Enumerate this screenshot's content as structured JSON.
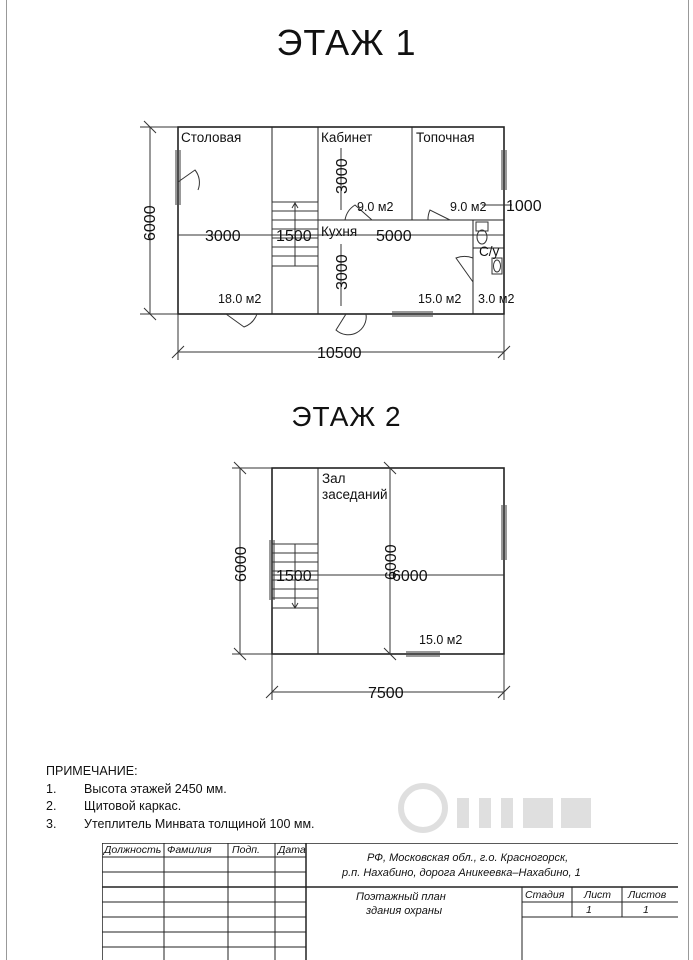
{
  "floor1": {
    "title": "ЭТАЖ 1",
    "rooms": {
      "dining": "Столовая",
      "study": "Кабинет",
      "furnace": "Топочная",
      "kitchen": "Кухня",
      "wc": "С/у"
    },
    "areas": {
      "dining": "18.0 м2",
      "study": "9.0 м2",
      "furnace": "9.0 м2",
      "kitchen": "15.0 м2",
      "wc": "3.0 м2"
    },
    "dims": {
      "height": "6000",
      "width": "10500",
      "dining": "3000",
      "stair": "1500",
      "kitchen": "5000",
      "study_h": "3000",
      "kitchen_h": "3000",
      "wc": "1000"
    }
  },
  "floor2": {
    "title": "ЭТАЖ 2",
    "rooms": {
      "hall_line1": "Зал",
      "hall_line2": "заседаний"
    },
    "areas": {
      "hall": "15.0 м2"
    },
    "dims": {
      "height": "6000",
      "width": "7500",
      "stair": "1500",
      "hall_h": "6000",
      "hall_w": "6000"
    }
  },
  "notes": {
    "heading": "ПРИМЕЧАНИЕ:",
    "items": [
      {
        "num": "1.",
        "text": "Высота этажей 2450 мм."
      },
      {
        "num": "2.",
        "text": "Щитовой каркас."
      },
      {
        "num": "3.",
        "text": "Утеплитель Минвата толщиной 100 мм."
      }
    ]
  },
  "stamp": {
    "headers": {
      "position": "Должность",
      "surname": "Фамилия",
      "signature": "Подп.",
      "date": "Дата"
    },
    "address_line1": "РФ, Московская обл., г.о. Красногорск,",
    "address_line2": "р.п. Нахабино, дорога Аникеевка–Нахабино, 1",
    "doc_line1": "Поэтажный план",
    "doc_line2": "здания охраны",
    "stage_label": "Стадия",
    "sheet_label": "Лист",
    "sheets_label": "Листов",
    "sheet_value": "1",
    "sheets_value": "1"
  }
}
